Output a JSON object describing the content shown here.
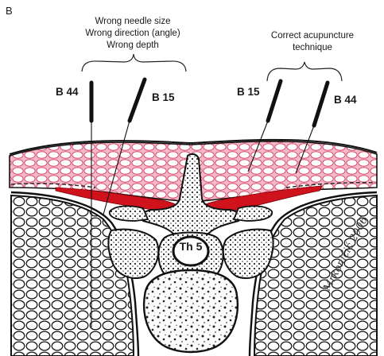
{
  "panel_letter": "B",
  "wrong_technique": {
    "line1": "Wrong needle size",
    "line2": "Wrong direction (angle)",
    "line3": "Wrong depth"
  },
  "correct_technique": {
    "line1": "Correct acupuncture",
    "line2": "technique"
  },
  "needles": {
    "left_b44": "B 44",
    "left_b15": "B 15",
    "right_b15": "B 15",
    "right_b44": "B 44"
  },
  "vertebra_label": "Th 5",
  "signature": "Mrkoničić 2006",
  "colors": {
    "fat_fill": "#ef9ab0",
    "blood_red": "#d0121d",
    "ink": "#111111"
  }
}
